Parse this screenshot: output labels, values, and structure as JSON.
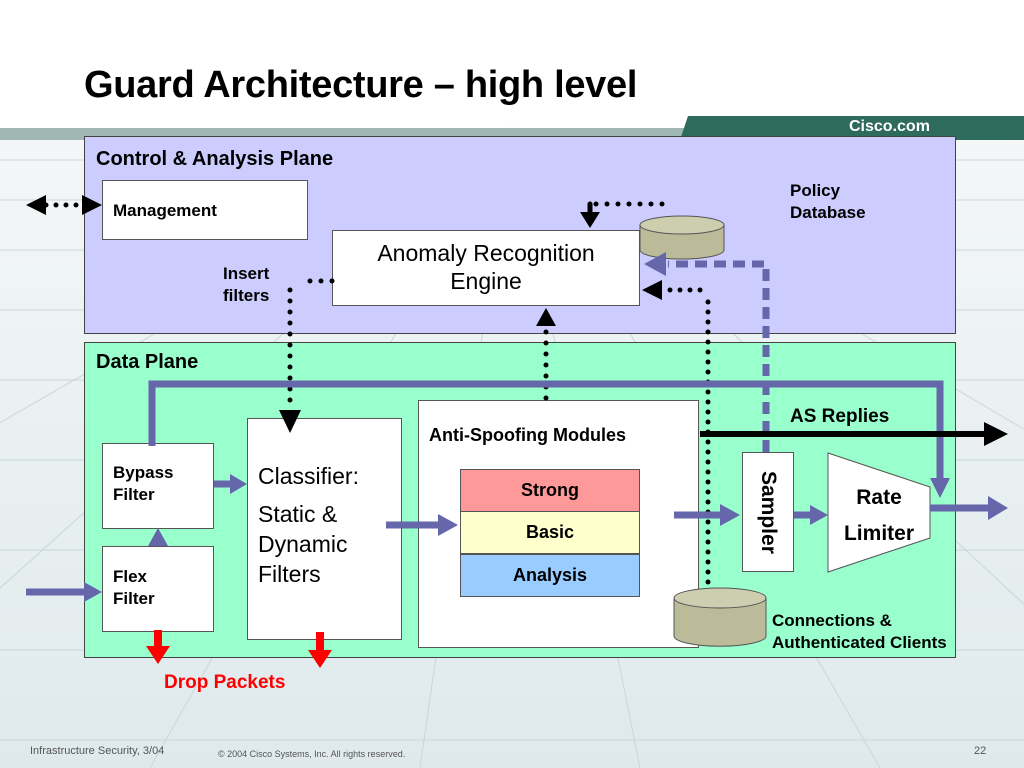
{
  "slide": {
    "title": "Guard Architecture – high level",
    "brand": "Cisco.com"
  },
  "control_plane": {
    "title": "Control & Analysis Plane",
    "management": "Management",
    "policy_db_line1": "Policy",
    "policy_db_line2": "Database",
    "engine_line1": "Anomaly Recognition",
    "engine_line2": "Engine",
    "insert_line1": "Insert",
    "insert_line2": "filters"
  },
  "data_plane": {
    "title": "Data Plane",
    "bypass_line1": "Bypass",
    "bypass_line2": "Filter",
    "flex_line1": "Flex",
    "flex_line2": "Filter",
    "classifier_line1": "Classifier:",
    "classifier_line2": "Static &",
    "classifier_line3": "Dynamic",
    "classifier_line4": "Filters",
    "anti_spoofing_title": "Anti-Spoofing Modules",
    "modules": [
      "Strong",
      "Basic",
      "Analysis"
    ],
    "sampler": "Sampler",
    "rate_line1": "Rate",
    "rate_line2": "Limiter",
    "as_replies": "AS Replies",
    "connections_line1": "Connections &",
    "connections_line2": "Authenticated Clients",
    "drop_packets": "Drop Packets"
  },
  "footer": {
    "left": "Infrastructure Security, 3/04",
    "copyright": "© 2004 Cisco Systems, Inc. All rights reserved.",
    "page": "22"
  },
  "colors": {
    "control_plane_bg": "#ccccff",
    "data_plane_bg": "#99ffcc",
    "strong_bg": "#ff9999",
    "basic_bg": "#ffffcc",
    "analysis_bg": "#99ccff",
    "flow_arrow": "#6666aa",
    "drop_arrow": "#ff0000",
    "cylinder": "#bbbb99",
    "brand_bar": "#2f6b5c"
  }
}
